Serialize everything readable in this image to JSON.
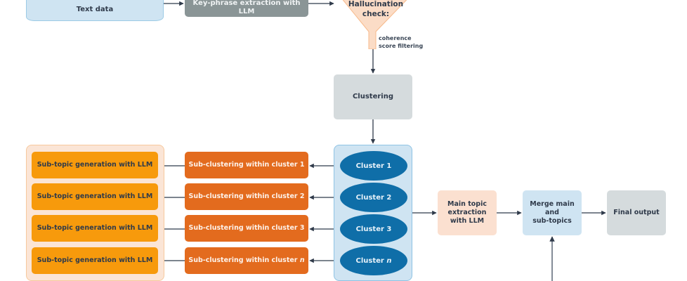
{
  "diagram": {
    "text_data": "Text data",
    "keyphrase_extraction": "Key-phrase extraction with LLM",
    "hallucination_check": {
      "title_line1": "Hallucination",
      "title_line2": "check:",
      "note_line1": "coherence",
      "note_line2": "score filtering"
    },
    "clustering": "Clustering",
    "subtopic_generation": [
      "Sub-topic generation with LLM",
      "Sub-topic generation with LLM",
      "Sub-topic generation with LLM",
      "Sub-topic generation with LLM"
    ],
    "subclustering": [
      {
        "prefix": "Sub-clustering within cluster ",
        "index": "1"
      },
      {
        "prefix": "Sub-clustering within cluster ",
        "index": "2"
      },
      {
        "prefix": "Sub-clustering within cluster ",
        "index": "3"
      },
      {
        "prefix": "Sub-clustering within cluster ",
        "index": "n"
      }
    ],
    "clusters": [
      {
        "prefix": "Cluster ",
        "index": "1"
      },
      {
        "prefix": "Cluster ",
        "index": "2"
      },
      {
        "prefix": "Cluster ",
        "index": "3"
      },
      {
        "prefix": "Cluster ",
        "index": "n"
      }
    ],
    "main_topic": {
      "line1": "Main topic",
      "line2": "extraction",
      "line3": "with LLM"
    },
    "merge": {
      "line1": "Merge main",
      "line2": "and",
      "line3": "sub-topics"
    },
    "final_output": "Final output"
  },
  "colors": {
    "arrow": "#2f3a4a",
    "light_blue": "#cfe4f2",
    "gray": "#8a9596",
    "light_gray": "#d5dbdd",
    "orange": "#f79a0c",
    "dark_orange": "#e36b1e",
    "cluster_blue": "#0f6ea8",
    "peach": "#fbe0d0"
  }
}
